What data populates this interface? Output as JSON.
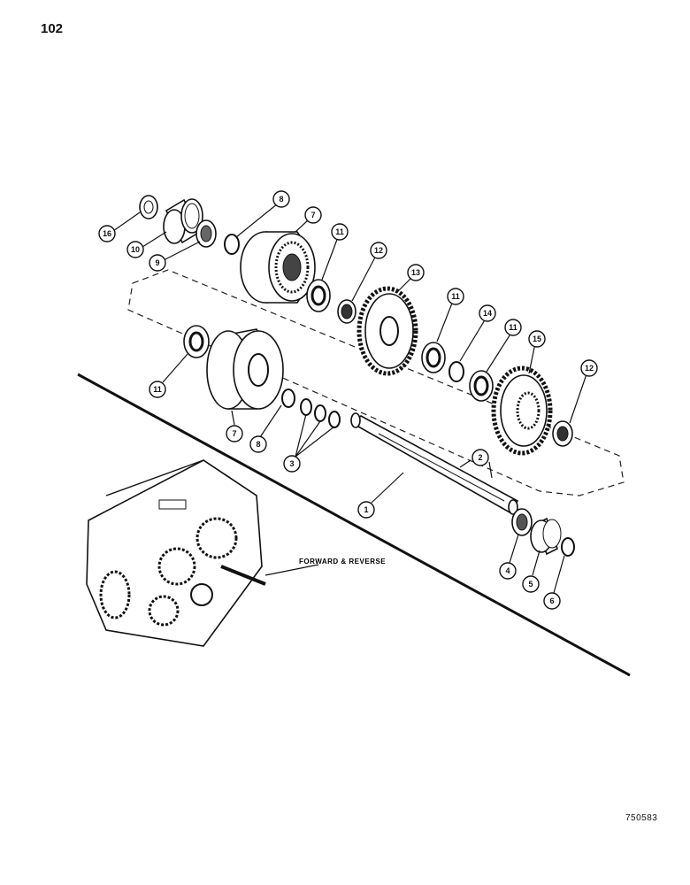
{
  "page": {
    "number": "102",
    "figure_code": "750583"
  },
  "assembly_label": "FORWARD & REVERSE",
  "callouts": [
    {
      "id": "c16",
      "label": "16"
    },
    {
      "id": "c10",
      "label": "10"
    },
    {
      "id": "c9",
      "label": "9"
    },
    {
      "id": "c8a",
      "label": "8"
    },
    {
      "id": "c7a",
      "label": "7"
    },
    {
      "id": "c11a",
      "label": "11"
    },
    {
      "id": "c12a",
      "label": "12"
    },
    {
      "id": "c13",
      "label": "13"
    },
    {
      "id": "c11b",
      "label": "11"
    },
    {
      "id": "c14",
      "label": "14"
    },
    {
      "id": "c11c",
      "label": "11"
    },
    {
      "id": "c15",
      "label": "15"
    },
    {
      "id": "c12b",
      "label": "12"
    },
    {
      "id": "c11d",
      "label": "11"
    },
    {
      "id": "c7b",
      "label": "7"
    },
    {
      "id": "c8b",
      "label": "8"
    },
    {
      "id": "c3",
      "label": "3"
    },
    {
      "id": "c2",
      "label": "2"
    },
    {
      "id": "c1",
      "label": "1"
    },
    {
      "id": "c4",
      "label": "4"
    },
    {
      "id": "c5",
      "label": "5"
    },
    {
      "id": "c6",
      "label": "6"
    }
  ]
}
